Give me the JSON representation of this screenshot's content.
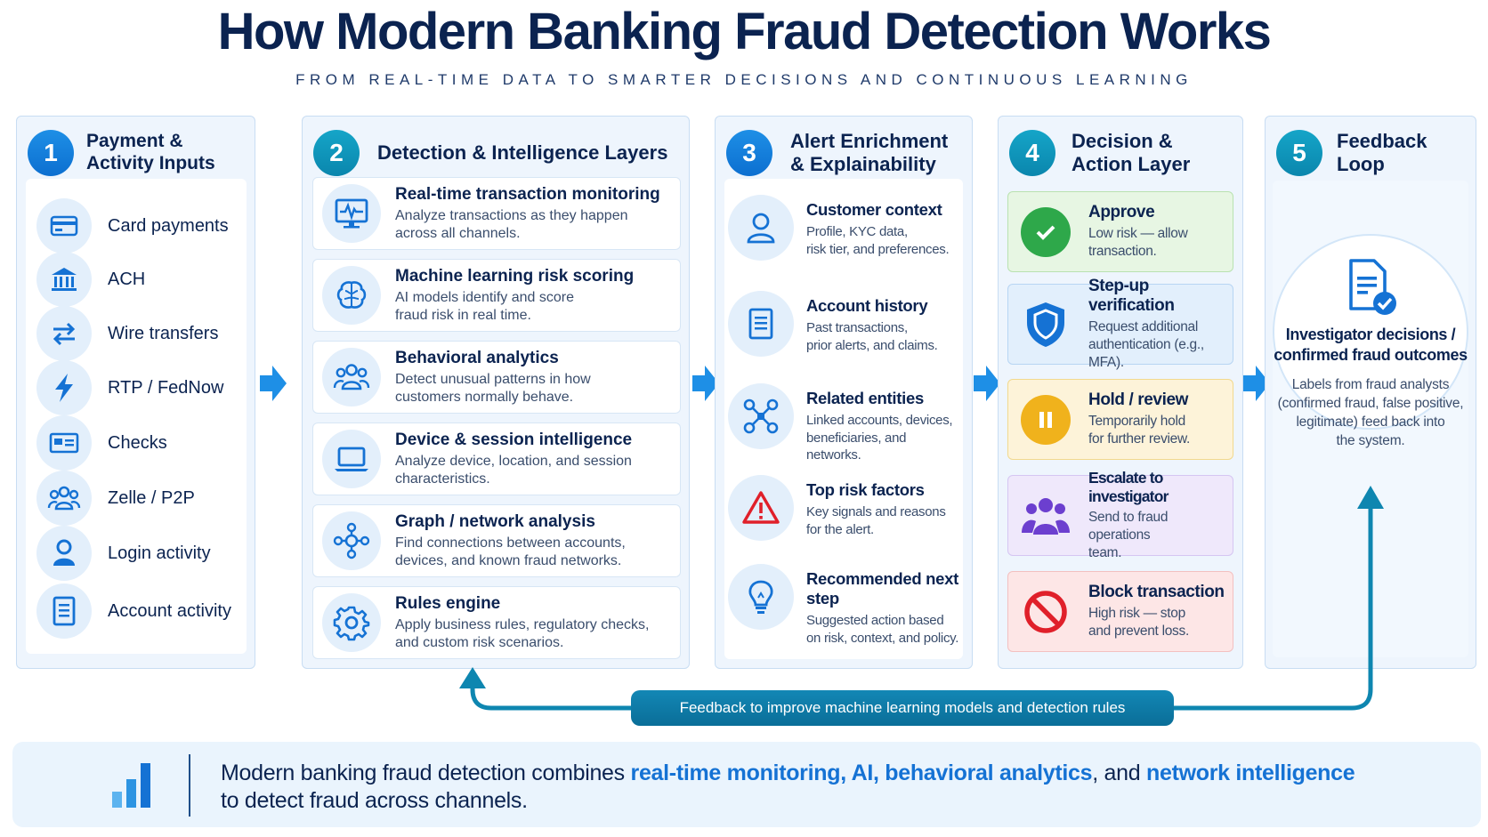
{
  "title": "How Modern Banking Fraud Detection Works",
  "subtitle": "FROM REAL-TIME DATA TO SMARTER DECISIONS AND CONTINUOUS LEARNING",
  "colors": {
    "navy": "#0b2350",
    "accent": "#1572d4",
    "teal": "#0a86ad",
    "light": "#eef5fd"
  },
  "columns": [
    {
      "number": "1",
      "title": "Payment & Activity Inputs"
    },
    {
      "number": "2",
      "title": "Detection & Intelligence Layers"
    },
    {
      "number": "3",
      "title": "Alert Enrichment & Explainability"
    },
    {
      "number": "4",
      "title": "Decision & Action Layer"
    },
    {
      "number": "5",
      "title": "Feedback Loop"
    }
  ],
  "inputs": [
    {
      "label": "Card payments",
      "icon": "credit-card-icon"
    },
    {
      "label": "ACH",
      "icon": "bank-icon"
    },
    {
      "label": "Wire transfers",
      "icon": "transfer-arrows-icon"
    },
    {
      "label": "RTP / FedNow",
      "icon": "lightning-icon"
    },
    {
      "label": "Checks",
      "icon": "check-icon"
    },
    {
      "label": "Zelle / P2P",
      "icon": "people-icon"
    },
    {
      "label": "Login activity",
      "icon": "user-icon"
    },
    {
      "label": "Account activity",
      "icon": "document-icon"
    }
  ],
  "layers": [
    {
      "title": "Real-time transaction monitoring",
      "desc1": "Analyze transactions as they happen",
      "desc2": "across all channels.",
      "icon": "monitor-pulse-icon"
    },
    {
      "title": "Machine learning risk scoring",
      "desc1": "AI models identify and score",
      "desc2": "fraud risk in real time.",
      "icon": "brain-icon"
    },
    {
      "title": "Behavioral analytics",
      "desc1": "Detect unusual patterns in how",
      "desc2": "customers normally behave.",
      "icon": "group-icon"
    },
    {
      "title": "Device & session intelligence",
      "desc1": "Analyze device, location, and session",
      "desc2": "characteristics.",
      "icon": "laptop-icon"
    },
    {
      "title": "Graph / network analysis",
      "desc1": "Find connections between accounts,",
      "desc2": "devices, and known fraud networks.",
      "icon": "network-icon"
    },
    {
      "title": "Rules engine",
      "desc1": "Apply business rules, regulatory checks,",
      "desc2": "and custom risk scenarios.",
      "icon": "gear-icon"
    }
  ],
  "enrichment": [
    {
      "title": "Customer context",
      "desc1": "Profile, KYC data,",
      "desc2": "risk tier, and preferences.",
      "icon": "user-icon"
    },
    {
      "title": "Account history",
      "desc1": "Past transactions,",
      "desc2": "prior alerts, and claims.",
      "icon": "document-icon"
    },
    {
      "title": "Related entities",
      "desc1": "Linked accounts, devices,",
      "desc2": "beneficiaries, and networks.",
      "icon": "link-nodes-icon"
    },
    {
      "title": "Top risk factors",
      "desc1": "Key signals and reasons",
      "desc2": "for the alert.",
      "icon": "warning-icon"
    },
    {
      "title": "Recommended next step",
      "desc1": "Suggested action based",
      "desc2": "on risk, context, and policy.",
      "icon": "lightbulb-icon"
    }
  ],
  "decisions": [
    {
      "title": "Approve",
      "desc1": "Low risk — allow",
      "desc2": "transaction.",
      "icon": "checkmark-icon"
    },
    {
      "title": "Step-up verification",
      "desc1": "Request additional",
      "desc2": "authentication (e.g., MFA).",
      "icon": "shield-icon"
    },
    {
      "title": "Hold / review",
      "desc1": "Temporarily hold",
      "desc2": "for further review.",
      "icon": "pause-icon"
    },
    {
      "title": "Escalate to investigator",
      "desc1": "Send to fraud operations",
      "desc2": "team.",
      "icon": "team-icon"
    },
    {
      "title": "Block transaction",
      "desc1": "High risk — stop",
      "desc2": "and prevent loss.",
      "icon": "block-icon"
    }
  ],
  "feedback": {
    "title1": "Investigator decisions /",
    "title2": "confirmed fraud outcomes",
    "desc1": "Labels from fraud analysts",
    "desc2": "(confirmed fraud, false positive,",
    "desc3": "legitimate) feed back into",
    "desc4": "the system.",
    "icon": "document-check-icon"
  },
  "feedback_pill": "Feedback to improve machine learning models and detection rules",
  "banner": {
    "icon": "bar-chart-icon",
    "part1": "Modern banking fraud detection",
    "part2": " combines ",
    "hl1": "real-time monitoring, AI, behavioral analytics",
    "part3": ", and ",
    "hl2": "network intelligence",
    "line2": "to detect fraud across channels."
  }
}
